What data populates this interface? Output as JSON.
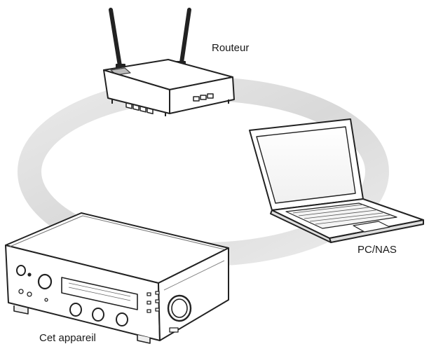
{
  "diagram": {
    "nodes": [
      {
        "id": "router",
        "label": "Routeur",
        "icon": "wifi-router-icon"
      },
      {
        "id": "pc",
        "label": "PC/NAS",
        "icon": "laptop-icon"
      },
      {
        "id": "device",
        "label": "Cet appareil",
        "icon": "av-receiver-icon"
      }
    ],
    "connection": "network-ring"
  }
}
